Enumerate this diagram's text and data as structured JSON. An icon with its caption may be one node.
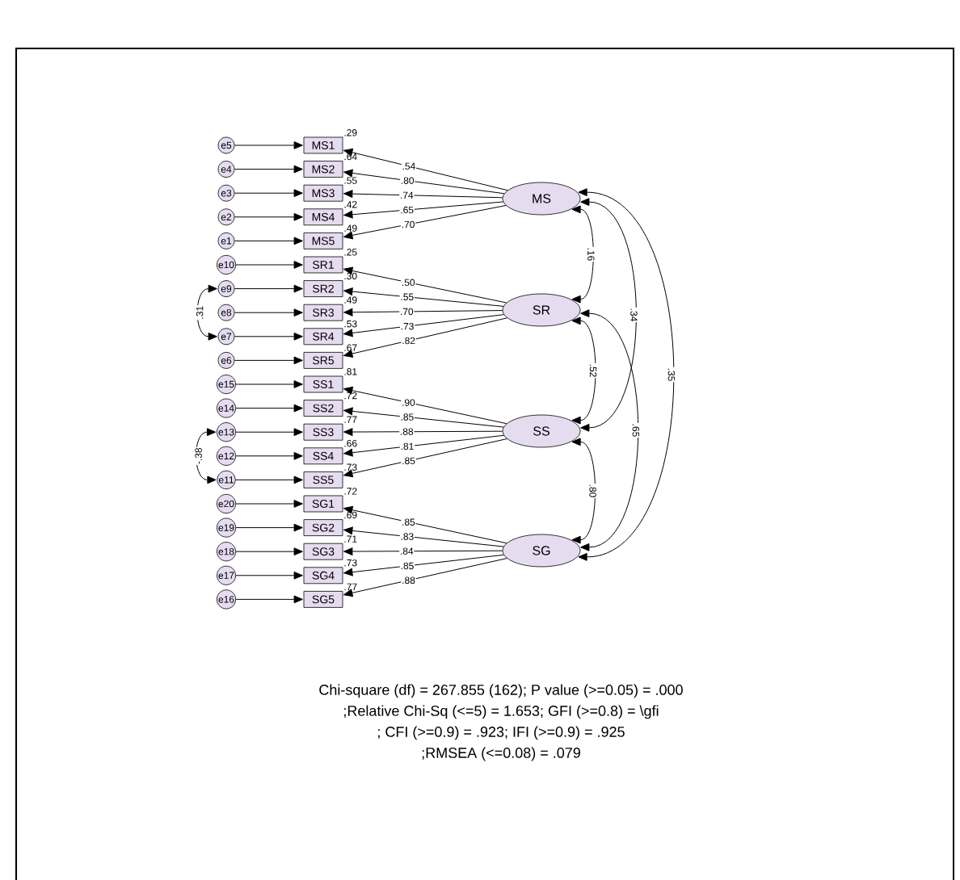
{
  "diagram": {
    "nodes": [
      {
        "text": [
          "e5"
        ]
      },
      {
        "text": [
          "e4"
        ]
      },
      {
        "text": [
          "e3"
        ]
      },
      {
        "text": [
          "e2"
        ]
      },
      {
        "text": [
          "e1"
        ]
      },
      {
        "text": [
          "e10"
        ]
      },
      {
        "text": [
          "e9"
        ]
      },
      {
        "text": [
          "e8"
        ]
      },
      {
        "text": [
          "e7"
        ]
      },
      {
        "text": [
          "e6"
        ]
      },
      {
        "text": [
          "e15"
        ]
      },
      {
        "text": [
          "e14"
        ]
      },
      {
        "text": [
          "e13"
        ]
      },
      {
        "text": [
          "e12"
        ]
      },
      {
        "text": [
          "e11"
        ]
      },
      {
        "text": [
          "e20"
        ]
      },
      {
        "text": [
          "e19"
        ]
      },
      {
        "text": [
          "e18"
        ]
      },
      {
        "text": [
          "e17"
        ]
      },
      {
        "text": [
          "e16"
        ]
      },
      {
        "text": [
          "MS1"
        ],
        "beside": [
          ".29"
        ]
      },
      {
        "text": [
          "MS2"
        ],
        "beside": [
          ".64"
        ]
      },
      {
        "text": [
          "MS3"
        ],
        "beside": [
          ".55"
        ]
      },
      {
        "text": [
          "MS4"
        ],
        "beside": [
          ".42"
        ]
      },
      {
        "text": [
          "MS5"
        ],
        "beside": [
          ".49"
        ]
      },
      {
        "text": [
          "SR1"
        ],
        "beside": [
          ".25"
        ]
      },
      {
        "text": [
          "SR2"
        ],
        "beside": [
          ".30"
        ]
      },
      {
        "text": [
          "SR3"
        ],
        "beside": [
          ".49"
        ]
      },
      {
        "text": [
          "SR4"
        ],
        "beside": [
          ".53"
        ]
      },
      {
        "text": [
          "SR5"
        ],
        "beside": [
          ".67"
        ]
      },
      {
        "text": [
          "SS1"
        ],
        "beside": [
          ".81"
        ]
      },
      {
        "text": [
          "SS2"
        ],
        "beside": [
          ".72"
        ]
      },
      {
        "text": [
          "SS3"
        ],
        "beside": [
          ".77"
        ]
      },
      {
        "text": [
          "SS4"
        ],
        "beside": [
          ".66"
        ]
      },
      {
        "text": [
          "SS5"
        ],
        "beside": [
          ".73"
        ]
      },
      {
        "text": [
          "SG1"
        ],
        "beside": [
          ".72"
        ]
      },
      {
        "text": [
          "SG2"
        ],
        "beside": [
          ".69"
        ]
      },
      {
        "text": [
          "SG3"
        ],
        "beside": [
          ".71"
        ]
      },
      {
        "text": [
          "SG4"
        ],
        "beside": [
          ".73"
        ]
      },
      {
        "text": [
          "SG5"
        ],
        "beside": [
          ".77"
        ]
      },
      {
        "text": [
          "MS"
        ]
      },
      {
        "text": [
          "SR"
        ]
      },
      {
        "text": [
          "SS"
        ]
      },
      {
        "text": [
          "SG"
        ]
      }
    ],
    "edges": [
      {
        "from": 0,
        "to": 20,
        "arrow": "to"
      },
      {
        "from": 1,
        "to": 21,
        "arrow": "to"
      },
      {
        "from": 2,
        "to": 22,
        "arrow": "to"
      },
      {
        "from": 3,
        "to": 23,
        "arrow": "to"
      },
      {
        "from": 4,
        "to": 24,
        "arrow": "to"
      },
      {
        "from": 5,
        "to": 25,
        "arrow": "to"
      },
      {
        "from": 6,
        "to": 26,
        "arrow": "to"
      },
      {
        "from": 7,
        "to": 27,
        "arrow": "to"
      },
      {
        "from": 8,
        "to": 28,
        "arrow": "to"
      },
      {
        "from": 9,
        "to": 29,
        "arrow": "to"
      },
      {
        "from": 10,
        "to": 30,
        "arrow": "to"
      },
      {
        "from": 11,
        "to": 31,
        "arrow": "to"
      },
      {
        "from": 12,
        "to": 32,
        "arrow": "to"
      },
      {
        "from": 13,
        "to": 33,
        "arrow": "to"
      },
      {
        "from": 14,
        "to": 34,
        "arrow": "to"
      },
      {
        "from": 15,
        "to": 35,
        "arrow": "to"
      },
      {
        "from": 16,
        "to": 36,
        "arrow": "to"
      },
      {
        "from": 17,
        "to": 37,
        "arrow": "to"
      },
      {
        "from": 18,
        "to": 38,
        "arrow": "to"
      },
      {
        "from": 19,
        "to": 39,
        "arrow": "to"
      },
      {
        "from": 40,
        "to": 20,
        "arrow": "to",
        "label": ".54"
      },
      {
        "from": 40,
        "to": 21,
        "arrow": "to",
        "label": ".80"
      },
      {
        "from": 40,
        "to": 22,
        "arrow": "to",
        "label": ".74"
      },
      {
        "from": 40,
        "to": 23,
        "arrow": "to",
        "label": ".65"
      },
      {
        "from": 40,
        "to": 24,
        "arrow": "to",
        "label": ".70"
      },
      {
        "from": 41,
        "to": 25,
        "arrow": "to",
        "label": ".50"
      },
      {
        "from": 41,
        "to": 26,
        "arrow": "to",
        "label": ".55"
      },
      {
        "from": 41,
        "to": 27,
        "arrow": "to",
        "label": ".70"
      },
      {
        "from": 41,
        "to": 28,
        "arrow": "to",
        "label": ".73"
      },
      {
        "from": 41,
        "to": 29,
        "arrow": "to",
        "label": ".82"
      },
      {
        "from": 42,
        "to": 30,
        "arrow": "to",
        "label": ".90"
      },
      {
        "from": 42,
        "to": 31,
        "arrow": "to",
        "label": ".85"
      },
      {
        "from": 42,
        "to": 32,
        "arrow": "to",
        "label": ".88"
      },
      {
        "from": 42,
        "to": 33,
        "arrow": "to",
        "label": ".81"
      },
      {
        "from": 42,
        "to": 34,
        "arrow": "to",
        "label": ".85"
      },
      {
        "from": 43,
        "to": 35,
        "arrow": "to",
        "label": ".85"
      },
      {
        "from": 43,
        "to": 36,
        "arrow": "to",
        "label": ".83"
      },
      {
        "from": 43,
        "to": 37,
        "arrow": "to",
        "label": ".84"
      },
      {
        "from": 43,
        "to": 38,
        "arrow": "to",
        "label": ".85"
      },
      {
        "from": 43,
        "to": 39,
        "arrow": "to",
        "label": ".88"
      },
      {
        "from": 6,
        "to": 8,
        "arrow": "both",
        "label": ".31"
      },
      {
        "from": 12,
        "to": 14,
        "arrow": "both",
        "label": "-.38"
      },
      {
        "from": 40,
        "to": 41,
        "arrow": "both",
        "label": ".16"
      },
      {
        "from": 40,
        "to": 42,
        "arrow": "both",
        "label": ".34"
      },
      {
        "from": 40,
        "to": 43,
        "arrow": "both",
        "label": ".35"
      },
      {
        "from": 41,
        "to": 42,
        "arrow": "both",
        "label": ".52"
      },
      {
        "from": 41,
        "to": 43,
        "arrow": "both",
        "label": ".65"
      },
      {
        "from": 42,
        "to": 43,
        "arrow": "both",
        "label": ".80"
      }
    ],
    "labels": [
      "Chi-square (df) = 267.855 (162);  P value (>=0.05) = .000",
      ";Relative Chi-Sq (<=5) = 1.653; GFI (>=0.8) = \\gfi",
      "; CFI (>=0.9) = .923; IFI (>=0.9) = .925",
      ";RMSEA (<=0.08) = .079"
    ]
  }
}
